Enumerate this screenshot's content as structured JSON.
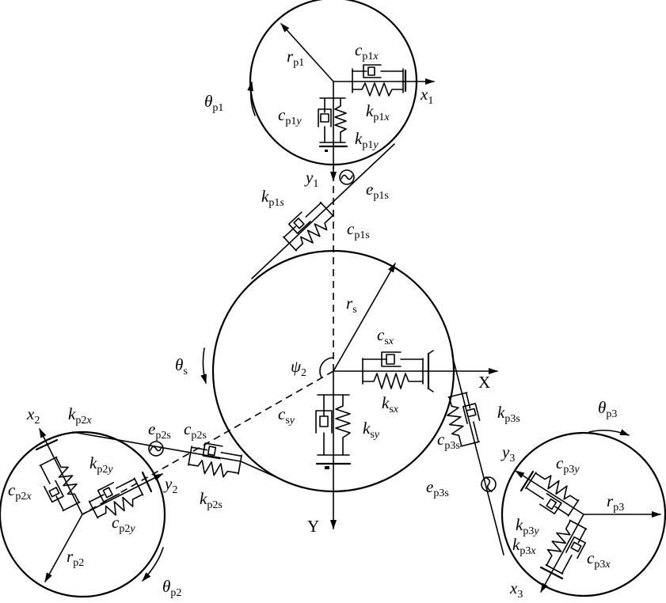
{
  "labels": {
    "rp1": {
      "main": "r",
      "sub": "p1",
      "subItalic": ""
    },
    "cp1x": {
      "main": "c",
      "sub": "p1",
      "subItalic": "x"
    },
    "x1": {
      "main": "x",
      "sub": "1",
      "subItalic": ""
    },
    "kp1x": {
      "main": "k",
      "sub": "p1",
      "subItalic": "x"
    },
    "thp1": {
      "main": "θ",
      "sub": "p1",
      "subItalic": ""
    },
    "cp1y": {
      "main": "c",
      "sub": "p1",
      "subItalic": "y"
    },
    "kp1y": {
      "main": "k",
      "sub": "p1",
      "subItalic": "y"
    },
    "y1": {
      "main": "y",
      "sub": "1",
      "subItalic": ""
    },
    "ep1s": {
      "main": "e",
      "sub": "p1s",
      "subItalic": ""
    },
    "kp1s": {
      "main": "k",
      "sub": "p1",
      "subItalic": "s"
    },
    "cp1s": {
      "main": "c",
      "sub": "p1s",
      "subItalic": ""
    },
    "rs": {
      "main": "r",
      "sub": "s",
      "subItalic": ""
    },
    "csx": {
      "main": "c",
      "sub": "s",
      "subItalic": "x"
    },
    "ths": {
      "main": "θ",
      "sub": "s",
      "subItalic": ""
    },
    "psi2": {
      "main": "ψ",
      "sub": "2",
      "subItalic": ""
    },
    "X": {
      "main": "X",
      "sub": "",
      "subItalic": ""
    },
    "ksx": {
      "main": "k",
      "sub": "s",
      "subItalic": "x"
    },
    "csy": {
      "main": "c",
      "sub": "s",
      "subItalic": "y"
    },
    "ksy": {
      "main": "k",
      "sub": "s",
      "subItalic": "y"
    },
    "Y": {
      "main": "Y",
      "sub": "",
      "subItalic": ""
    },
    "x2": {
      "main": "x",
      "sub": "2",
      "subItalic": ""
    },
    "kp2x": {
      "main": "k",
      "sub": "p2",
      "subItalic": "x"
    },
    "ep2s": {
      "main": "e",
      "sub": "p2s",
      "subItalic": ""
    },
    "cp2s": {
      "main": "c",
      "sub": "p2s",
      "subItalic": ""
    },
    "kp2y": {
      "main": "k",
      "sub": "p2",
      "subItalic": "y"
    },
    "y2": {
      "main": "y",
      "sub": "2",
      "subItalic": ""
    },
    "cp2x": {
      "main": "c",
      "sub": "p2",
      "subItalic": "x"
    },
    "kp2s": {
      "main": "k",
      "sub": "p2s",
      "subItalic": ""
    },
    "cp2y": {
      "main": "c",
      "sub": "p2",
      "subItalic": "y"
    },
    "rp2": {
      "main": "r",
      "sub": "p2",
      "subItalic": ""
    },
    "thp2": {
      "main": "θ",
      "sub": "p2",
      "subItalic": ""
    },
    "thp3": {
      "main": "θ",
      "sub": "p3",
      "subItalic": ""
    },
    "kp3s": {
      "main": "k",
      "sub": "p3s",
      "subItalic": ""
    },
    "cp3s": {
      "main": "c",
      "sub": "p3s",
      "subItalic": ""
    },
    "y3": {
      "main": "y",
      "sub": "3",
      "subItalic": ""
    },
    "cp3y": {
      "main": "c",
      "sub": "p3",
      "subItalic": "y"
    },
    "ep3s": {
      "main": "e",
      "sub": "p3s",
      "subItalic": ""
    },
    "rp3": {
      "main": "r",
      "sub": "p3",
      "subItalic": ""
    },
    "kp3y": {
      "main": "k",
      "sub": "p3",
      "subItalic": "y"
    },
    "kp3x": {
      "main": "k",
      "sub": "p3",
      "subItalic": "x"
    },
    "cp3x": {
      "main": "c",
      "sub": "p3",
      "subItalic": "x"
    },
    "x3": {
      "main": "x",
      "sub": "3",
      "subItalic": ""
    }
  }
}
